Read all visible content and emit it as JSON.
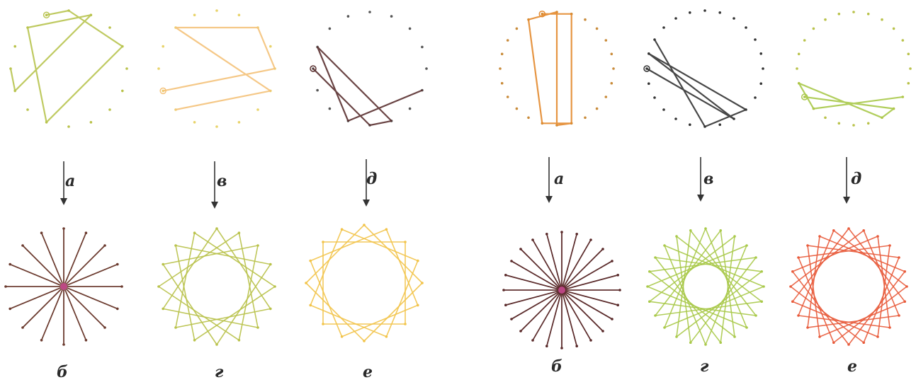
{
  "panels": [
    {
      "id": "left",
      "top_n": 16,
      "top_dots_color": "#b9c24a",
      "top_loop_color": "#b8c450",
      "top_loop": [
        [
          15,
          0
        ],
        [
          3,
          9
        ],
        [
          14,
          1
        ],
        [
          11,
          12
        ]
      ],
      "arrow_label": "а",
      "bottom_type": "star",
      "bottom_n": 16,
      "bottom_step": 8,
      "bottom_color": "#6b3a2e",
      "center_color": "#d24d9a",
      "caption": "б"
    },
    {
      "id": "left2",
      "top_n": 16,
      "top_dots_color": "#e8d36a",
      "top_loop_color": "#f4c27a",
      "top_loop": [
        [
          11,
          4
        ],
        [
          2,
          14
        ],
        [
          5,
          10
        ]
      ],
      "arrow_label": "в",
      "bottom_type": "star",
      "bottom_n": 16,
      "bottom_step": 5,
      "bottom_color": "#b9c24a",
      "center_color": "#8fc241",
      "caption": "г"
    },
    {
      "id": "left3",
      "top_n": 16,
      "top_dots_color": "#555555",
      "top_loop_color": "#5a3030",
      "top_loop": [
        [
          12,
          8
        ],
        [
          7,
          13
        ],
        [
          9,
          5
        ]
      ],
      "arrow_label": "д",
      "bottom_type": "star",
      "bottom_n": 16,
      "bottom_step": 4,
      "bottom_color": "#f2c44a",
      "center_color": "#f2c44a",
      "caption": "е"
    },
    {
      "id": "right1",
      "top_n": 24,
      "top_dots_color": "#c98b3a",
      "top_loop_color": "#e3892e",
      "top_loop": [
        [
          23,
          1
        ],
        [
          11,
          13
        ],
        [
          22,
          0
        ],
        [
          12,
          11
        ]
      ],
      "arrow_label": "а",
      "bottom_type": "star",
      "bottom_n": 24,
      "bottom_step": 12,
      "bottom_color": "#5a2a2a",
      "center_color": "#d24d9a",
      "caption": "б"
    },
    {
      "id": "right2",
      "top_n": 24,
      "top_dots_color": "#333333",
      "top_loop_color": "#333333",
      "top_loop": [
        [
          18,
          10
        ],
        [
          19,
          9
        ],
        [
          12,
          20
        ]
      ],
      "arrow_label": "в",
      "bottom_type": "star",
      "bottom_n": 24,
      "bottom_step": 9,
      "bottom_color": "#a9c94a",
      "center_color": "#6cc23a",
      "caption": "г"
    },
    {
      "id": "right3",
      "top_n": 24,
      "top_dots_color": "#b9c24a",
      "top_loop_color": "#a9c94a",
      "top_loop": [
        [
          16,
          9
        ],
        [
          10,
          17
        ],
        [
          15,
          8
        ]
      ],
      "arrow_label": "д",
      "bottom_type": "star",
      "bottom_n": 24,
      "bottom_step": 7,
      "bottom_color": "#e85a3a",
      "center_color": "#f0a040",
      "caption": "е"
    }
  ]
}
